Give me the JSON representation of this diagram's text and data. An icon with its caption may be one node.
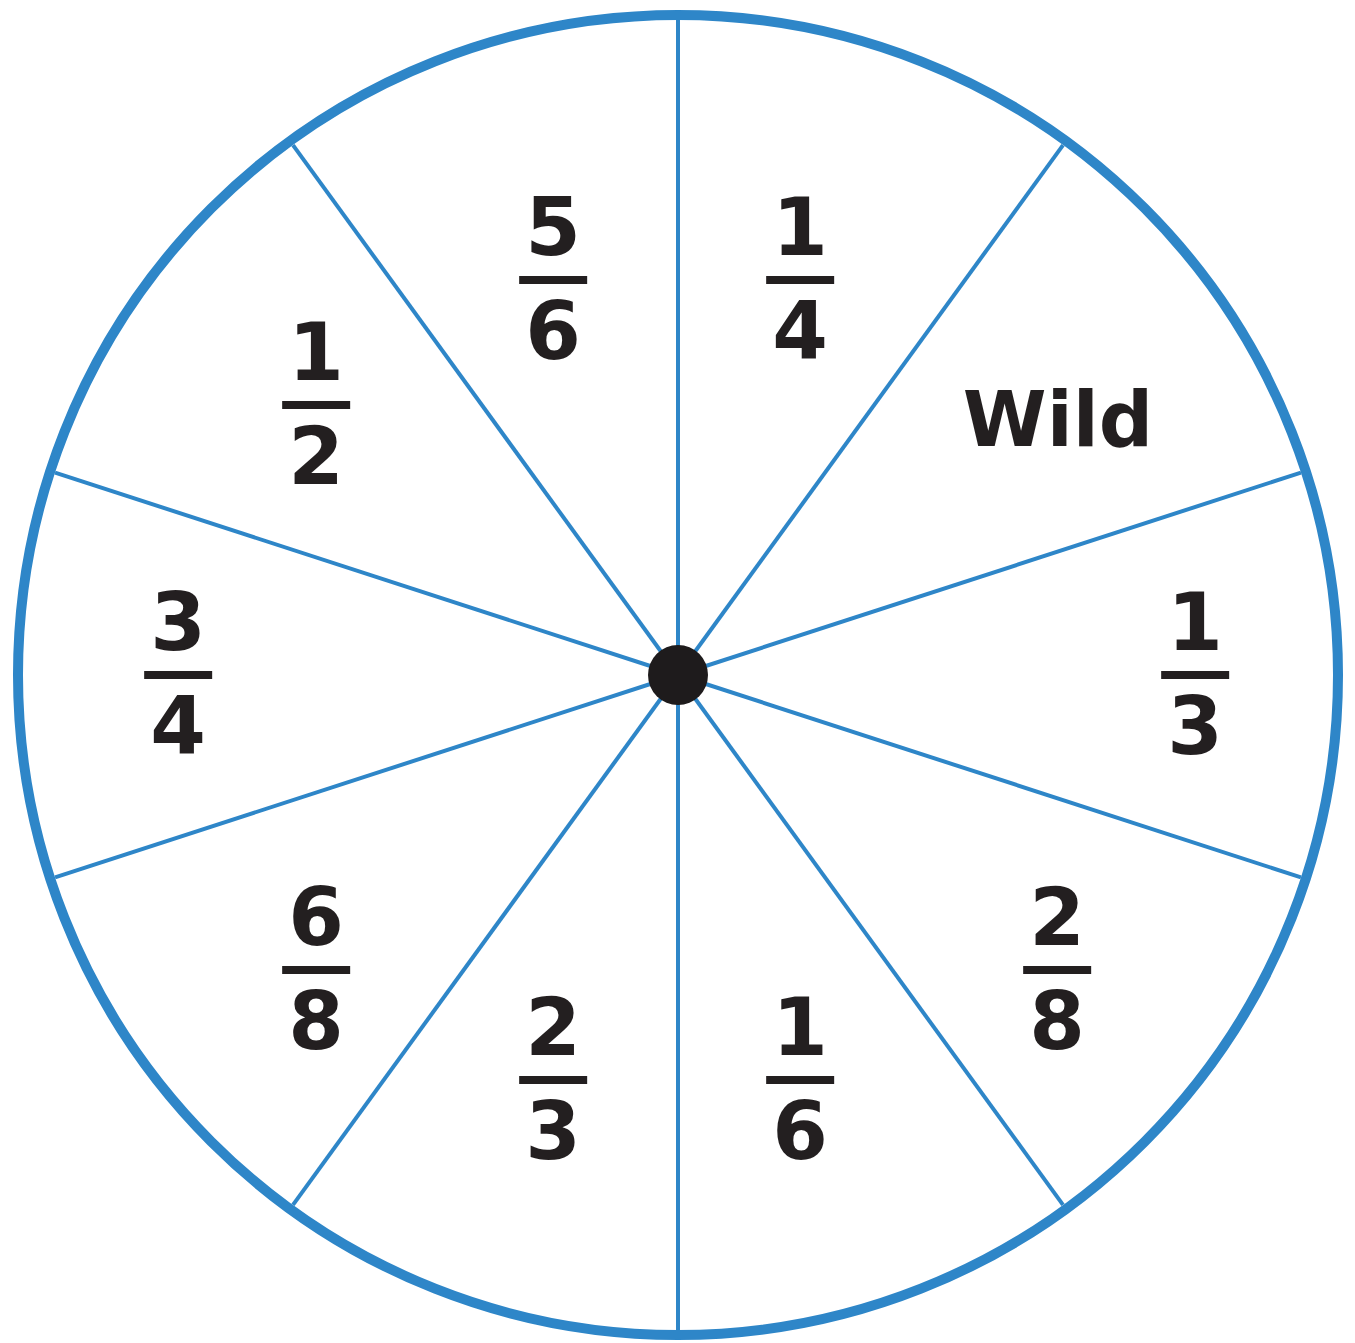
{
  "diagram": {
    "nodes": [
      {
        "text": [],
        "shape": "circle"
      },
      {
        "text": [
          "1",
          "4"
        ],
        "in": 0
      },
      {
        "text": [
          "Wild"
        ],
        "in": 0
      },
      {
        "text": [
          "1",
          "3"
        ],
        "in": 0
      },
      {
        "text": [
          "2",
          "8"
        ],
        "in": 0
      },
      {
        "text": [
          "1",
          "6"
        ],
        "in": 0
      },
      {
        "text": [
          "2",
          "3"
        ],
        "in": 0
      },
      {
        "text": [
          "6",
          "8"
        ],
        "in": 0
      },
      {
        "text": [
          "3",
          "4"
        ],
        "in": 0
      },
      {
        "text": [
          "1",
          "2"
        ],
        "in": 0
      },
      {
        "text": [
          "5",
          "6"
        ],
        "in": 0
      }
    ]
  }
}
